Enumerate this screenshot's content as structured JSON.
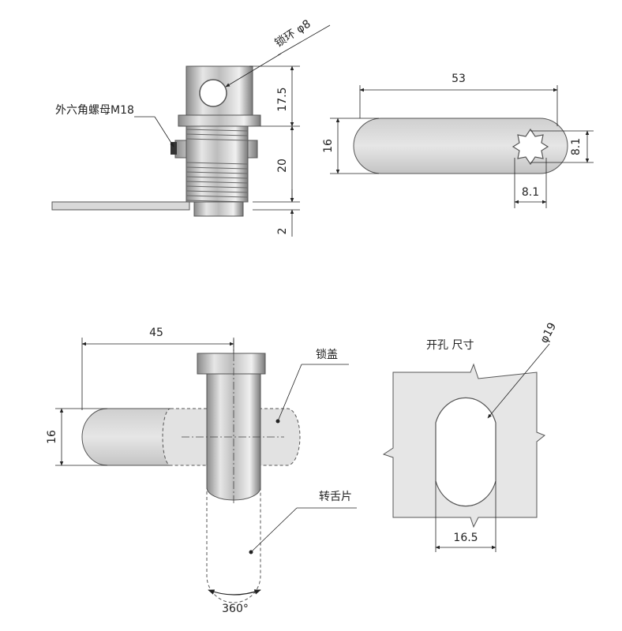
{
  "labels": {
    "lock_ring": "锁环 φ8",
    "hex_nut": "外六角螺母M18",
    "lock_cover": "锁盖",
    "cam": "转舌片",
    "cutout": "开孔 尺寸"
  },
  "dimensions": {
    "top_height": "17.5",
    "body_height": "20",
    "plate_thickness": "2",
    "cam_length_top": "53",
    "cam_width_top": "16",
    "star_size_v": "8.1",
    "star_size_h": "8.1",
    "cam_length_front": "45",
    "cam_width_front": "16",
    "hole_diameter": "φ19",
    "hole_flat": "16.5",
    "rotation": "360°"
  }
}
